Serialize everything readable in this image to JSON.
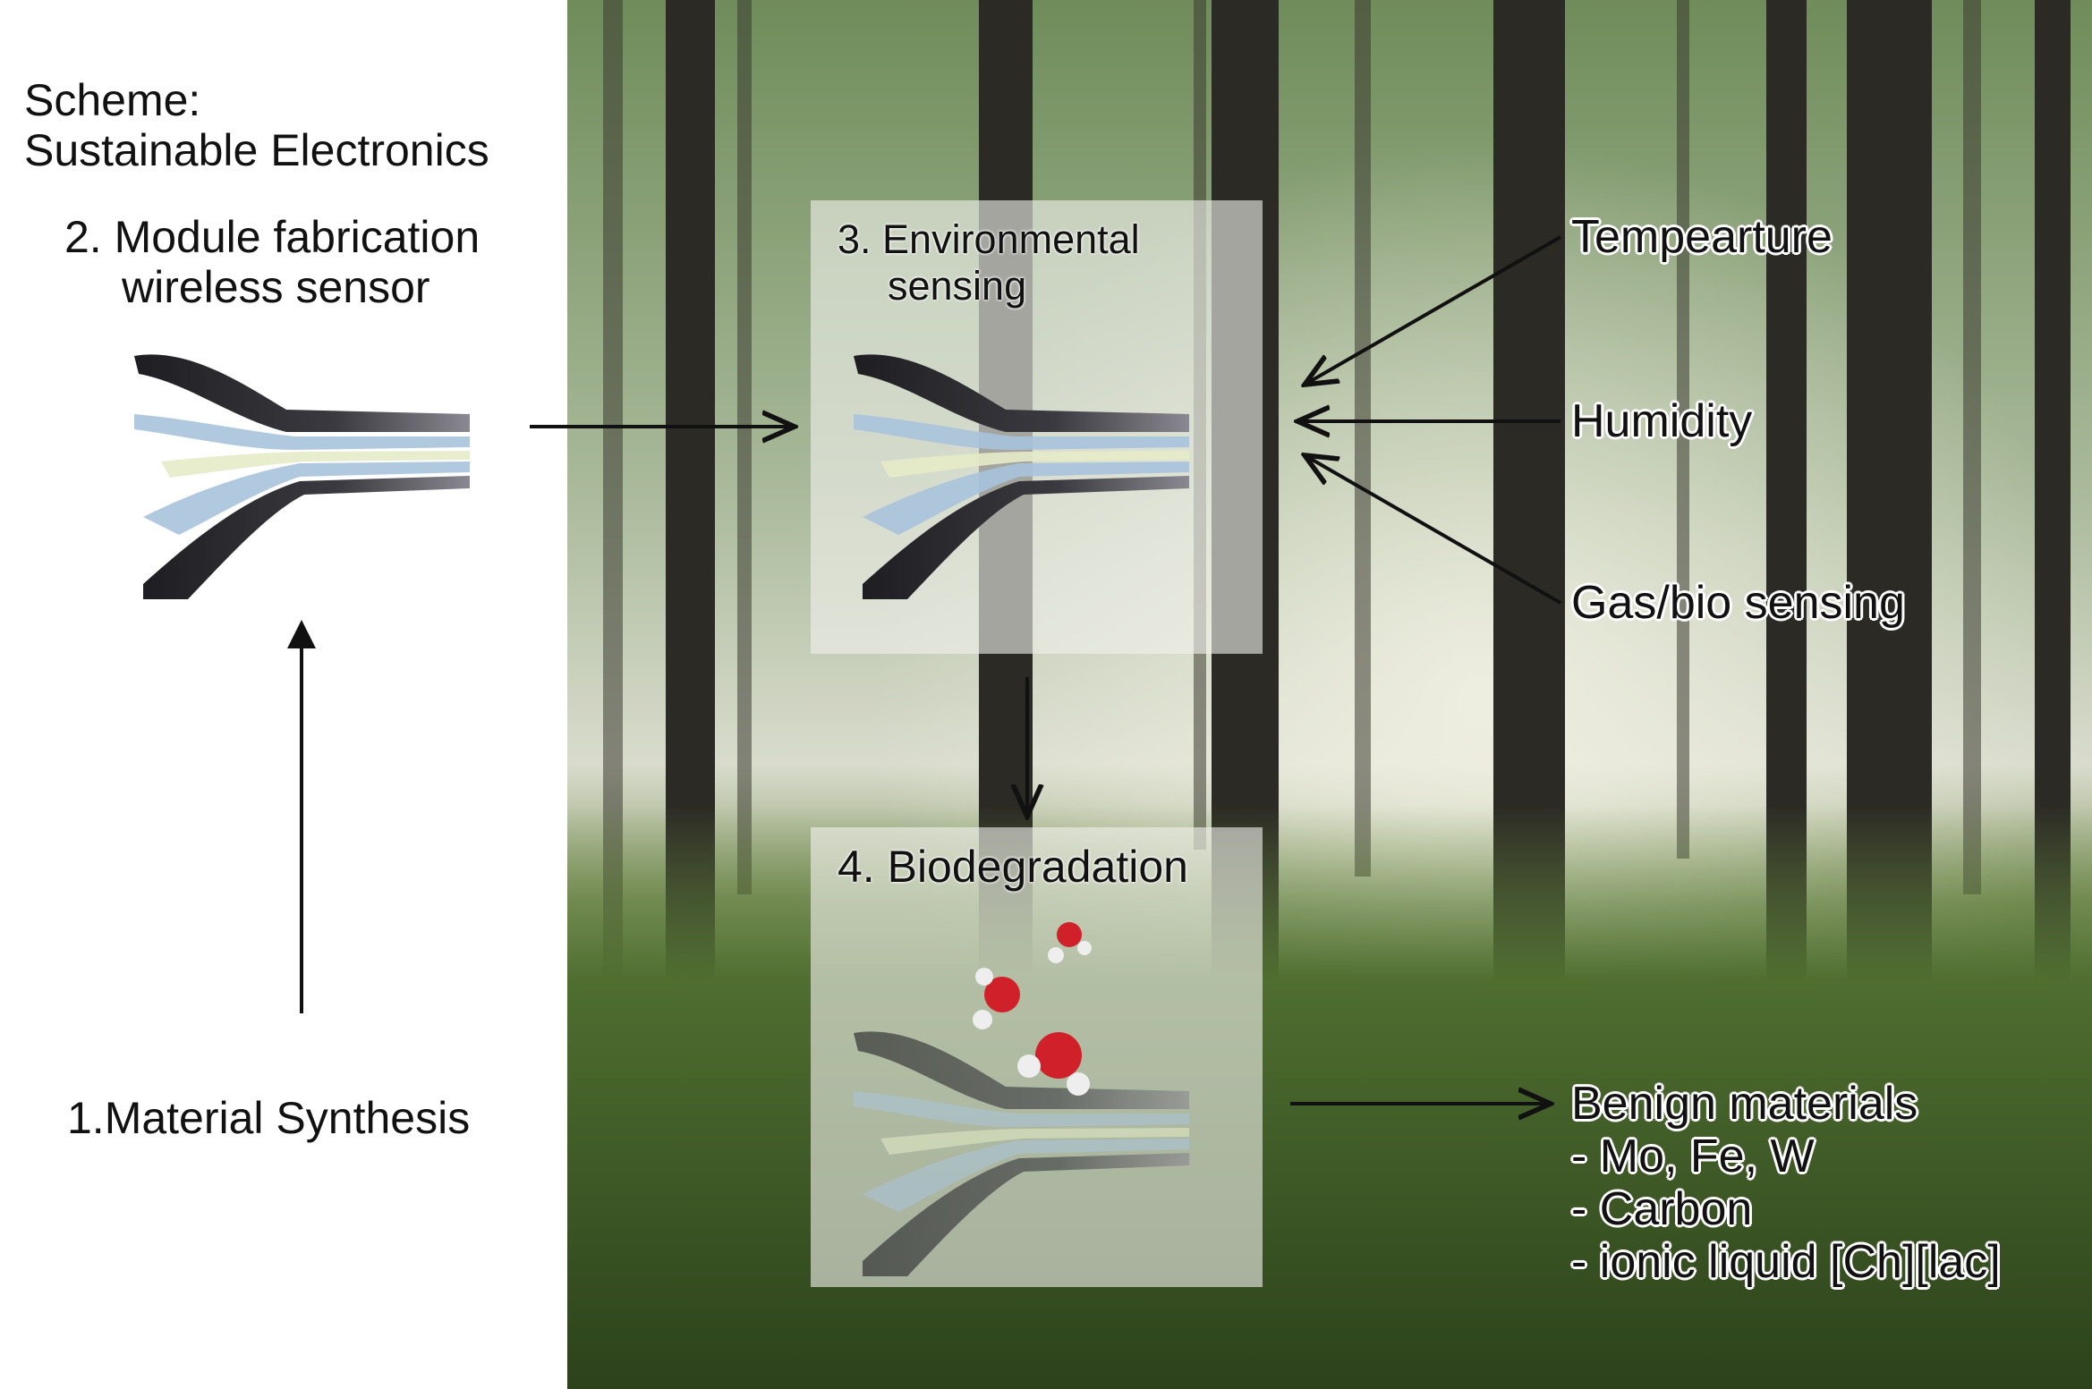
{
  "left_panel": {
    "title_line1": "Scheme:",
    "title_line2": "Sustainable Electronics",
    "step2_line1": "2. Module fabrication",
    "step2_line2": "wireless sensor",
    "step1": "1.Material Synthesis"
  },
  "box3": {
    "line1": "3. Environmental",
    "line2": "sensing"
  },
  "box4": {
    "title": "4. Biodegradation"
  },
  "inputs": {
    "temperature": "Tempearture",
    "humidity": "Humidity",
    "gas": "Gas/bio sensing"
  },
  "outputs": {
    "title": "Benign materials",
    "items": [
      "-  Mo, Fe, W",
      "-  Carbon",
      "-  ionic liquid [Ch][lac]"
    ]
  },
  "colors": {
    "arrow": "#111111",
    "molecule_red": "#d0202a",
    "sheet_dark": "#2a2a2e",
    "sheet_blue": "#a9c3dc",
    "sheet_yellow": "#e6ebc8"
  }
}
